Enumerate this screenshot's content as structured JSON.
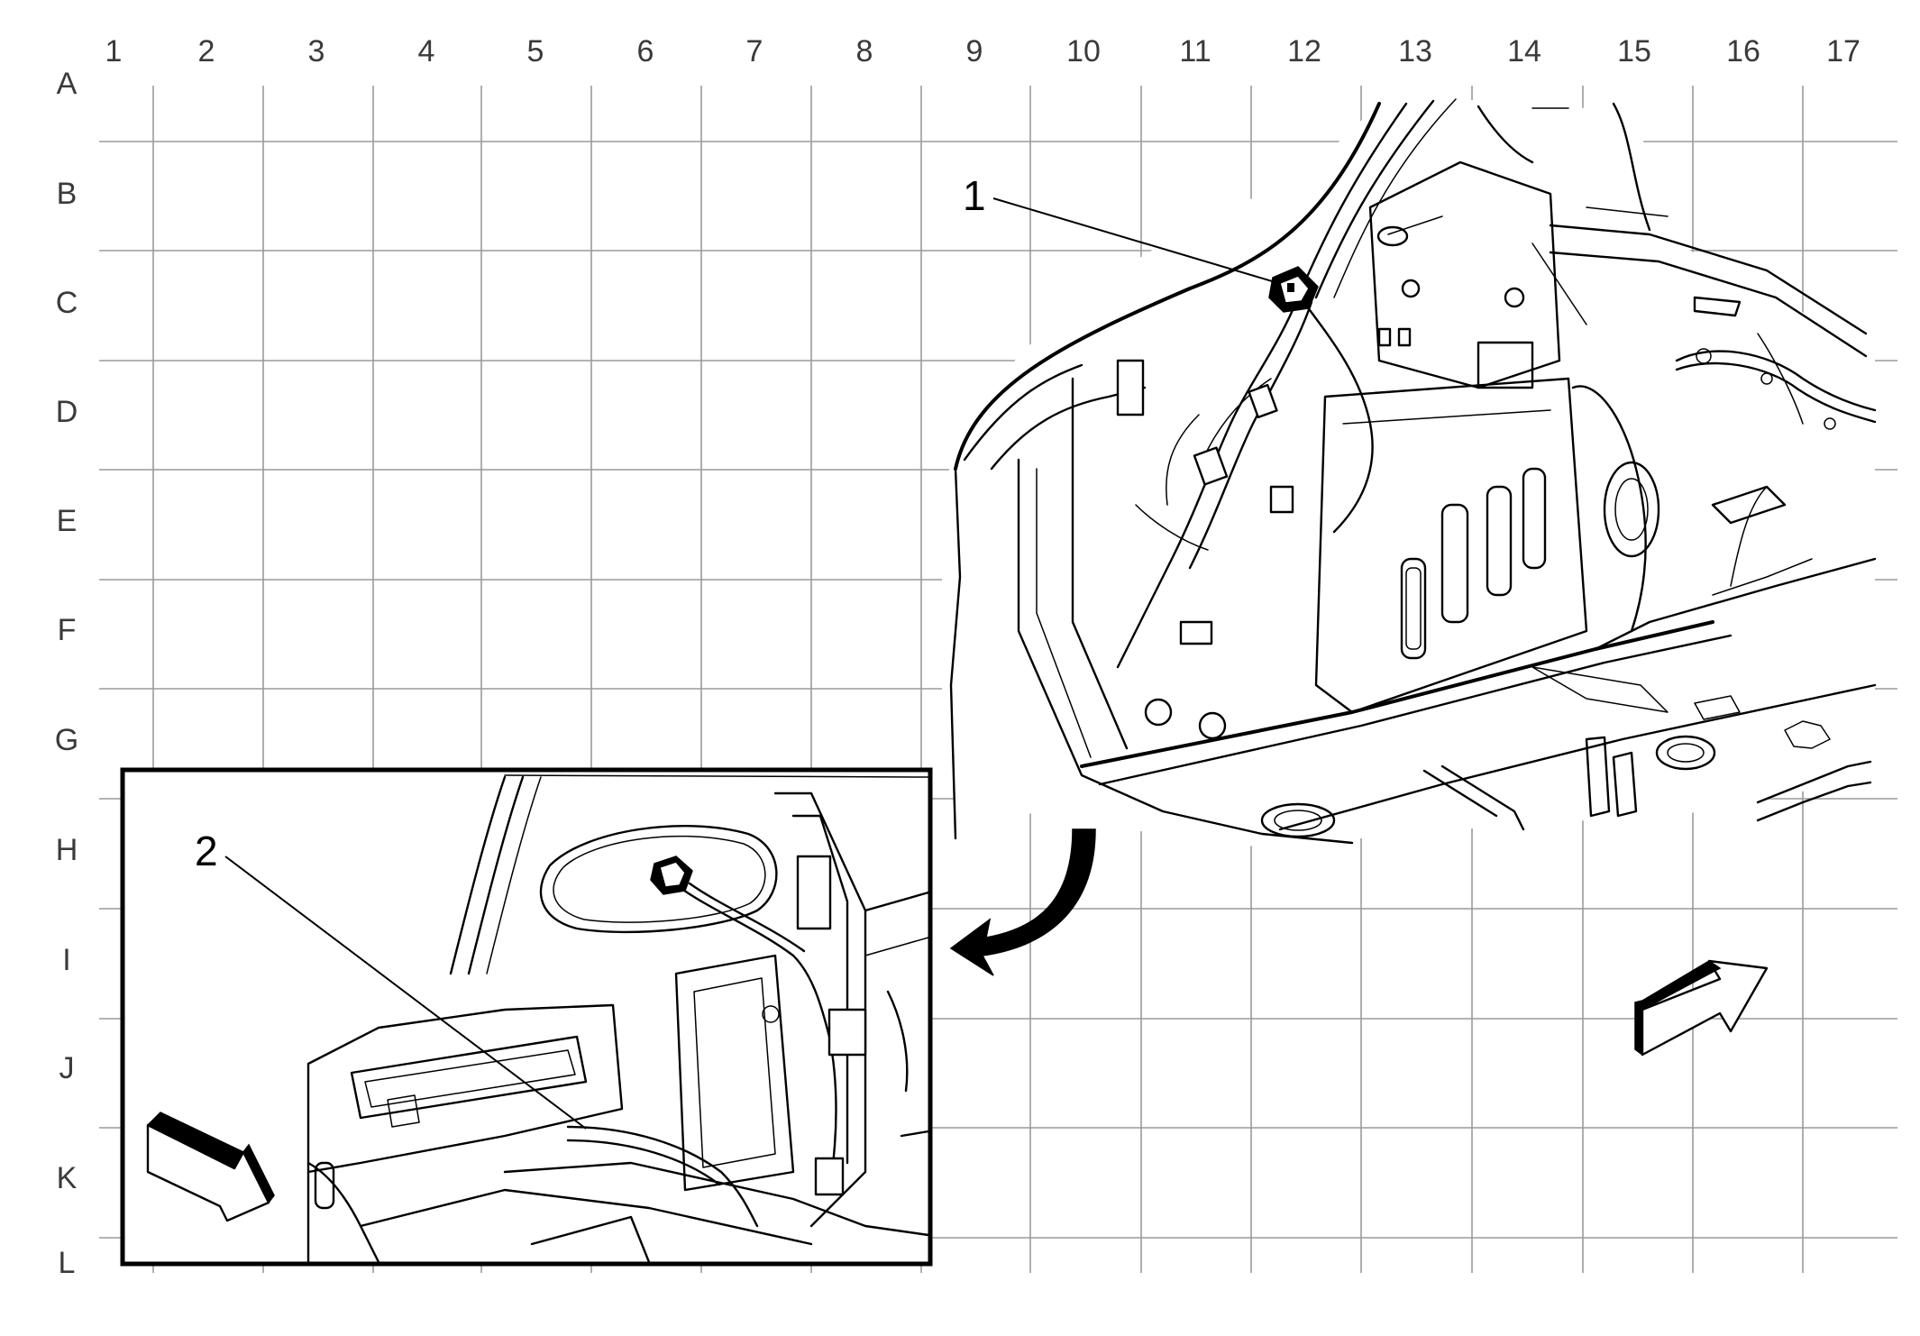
{
  "grid": {
    "columns": [
      "1",
      "2",
      "3",
      "4",
      "5",
      "6",
      "7",
      "8",
      "9",
      "10",
      "11",
      "12",
      "13",
      "14",
      "15",
      "16",
      "17"
    ],
    "rows": [
      "A",
      "B",
      "C",
      "D",
      "E",
      "F",
      "G",
      "H",
      "I",
      "J",
      "K",
      "L"
    ]
  },
  "callouts": {
    "one": "1",
    "two": "2"
  }
}
